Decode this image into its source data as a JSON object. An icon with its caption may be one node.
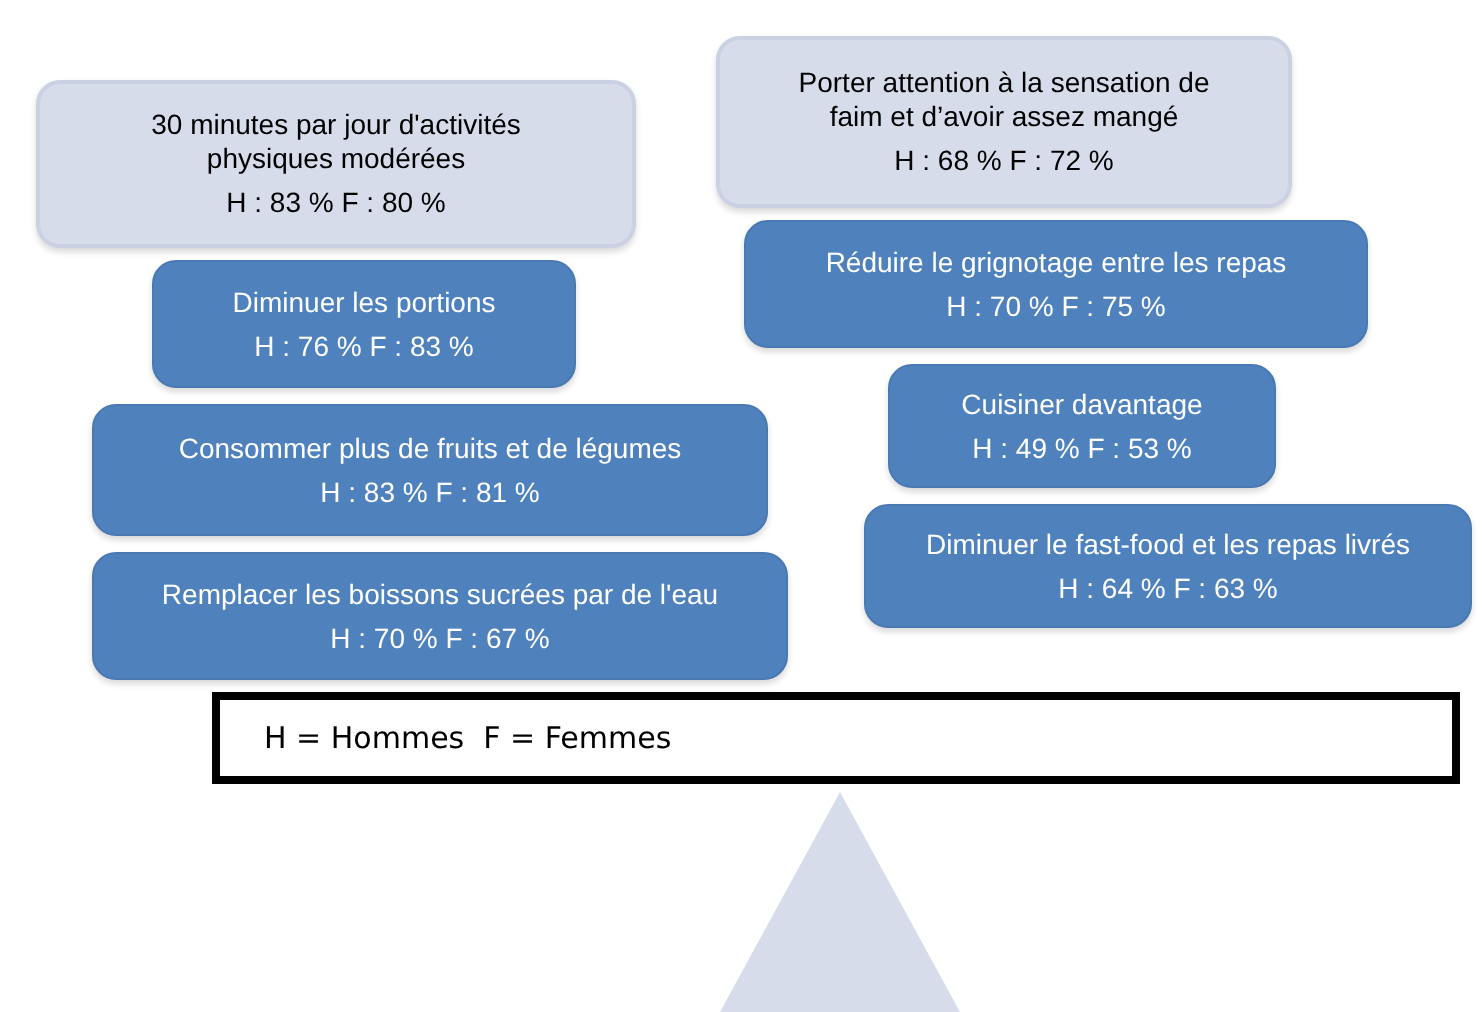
{
  "diagram": {
    "nodes": [
      {
        "text": [
          "30 minutes par jour d'activités physiques modérées",
          "H : 83 % F : 80 %"
        ]
      },
      {
        "text": [
          "Porter attention à la sensation de faim et d’avoir assez mangé",
          "H : 68 % F : 72 %"
        ]
      },
      {
        "text": [
          "Diminuer les portions",
          "H : 76 % F : 83 %"
        ]
      },
      {
        "text": [
          "Réduire le grignotage entre les repas",
          "H : 70 % F : 75 %"
        ]
      },
      {
        "text": [
          "Consommer plus de fruits et de légumes",
          "H : 83 % F : 81 %"
        ]
      },
      {
        "text": [
          "Cuisiner davantage",
          "H : 49 % F : 53 %"
        ]
      },
      {
        "text": [
          "Remplacer les boissons sucrées par de l'eau",
          "H : 70 % F : 67 %"
        ]
      },
      {
        "text": [
          "Diminuer le fast-food et les repas livrés",
          "H : 64 % F : 63 %"
        ]
      },
      {
        "text": [
          "H = Hommes  F = Femmes"
        ]
      },
      {
        "text": [],
        "shape": "triangle"
      }
    ]
  }
}
